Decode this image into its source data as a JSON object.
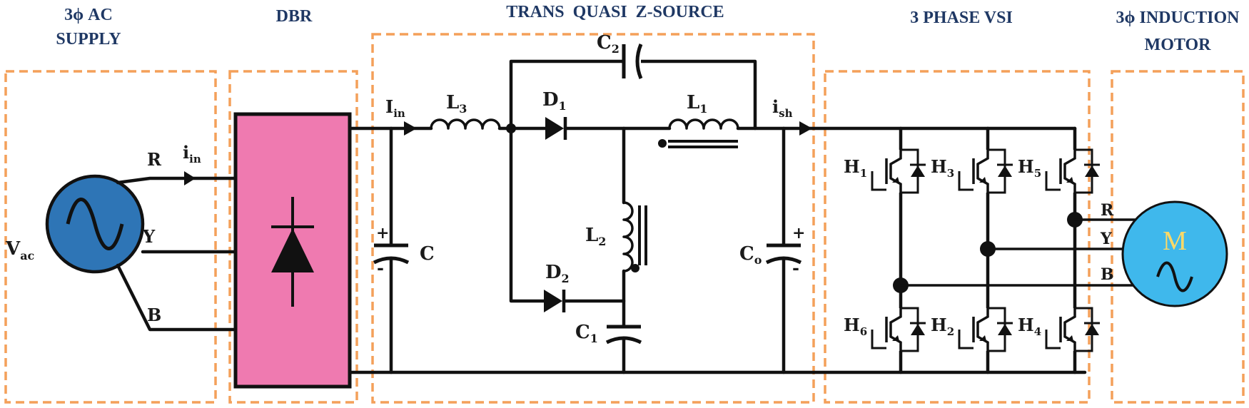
{
  "sections": {
    "supply": {
      "line1": "3ϕ AC",
      "line2": "SUPPLY"
    },
    "dbr": {
      "title": "DBR"
    },
    "tqzs": {
      "title": "TRANS  QUASI  Z-SOURCE"
    },
    "vsi": {
      "title": "3 PHASE VSI"
    },
    "motor": {
      "line1": "3ϕ INDUCTION",
      "line2": "MOTOR"
    }
  },
  "source": {
    "label_main": "V",
    "label_sub": "ac",
    "symbol": "sine-wave"
  },
  "phases": {
    "r": "R",
    "y": "Y",
    "b": "B"
  },
  "currents": {
    "i_in_small": {
      "main": "i",
      "sub": "in"
    },
    "i_in_large": {
      "main": "I",
      "sub": "in"
    },
    "i_sh": {
      "main": "i",
      "sub": "sh"
    }
  },
  "components": {
    "cap_c": {
      "main": "C",
      "sub": ""
    },
    "cap_c1": {
      "main": "C",
      "sub": "1"
    },
    "cap_c2": {
      "main": "C",
      "sub": "2"
    },
    "cap_co": {
      "main": "C",
      "sub": "o"
    },
    "ind_l1": {
      "main": "L",
      "sub": "1"
    },
    "ind_l2": {
      "main": "L",
      "sub": "2"
    },
    "ind_l3": {
      "main": "L",
      "sub": "3"
    },
    "diode_d1": {
      "main": "D",
      "sub": "1"
    },
    "diode_d2": {
      "main": "D",
      "sub": "2"
    },
    "plus": "+",
    "minus": "-"
  },
  "switches": {
    "h1": {
      "main": "H",
      "sub": "1"
    },
    "h2": {
      "main": "H",
      "sub": "2"
    },
    "h3": {
      "main": "H",
      "sub": "3"
    },
    "h4": {
      "main": "H",
      "sub": "4"
    },
    "h5": {
      "main": "H",
      "sub": "5"
    },
    "h6": {
      "main": "H",
      "sub": "6"
    }
  },
  "motor": {
    "label": "M",
    "symbol": "sine-wave"
  },
  "colors": {
    "box_border": "#f4a05a",
    "dbr_fill": "#ef7ab0",
    "source_fill": "#2e75b6",
    "motor_fill": "#3fb8ec",
    "motor_text": "#ffd966",
    "section_title": "#1f3864",
    "wire": "#111111"
  }
}
